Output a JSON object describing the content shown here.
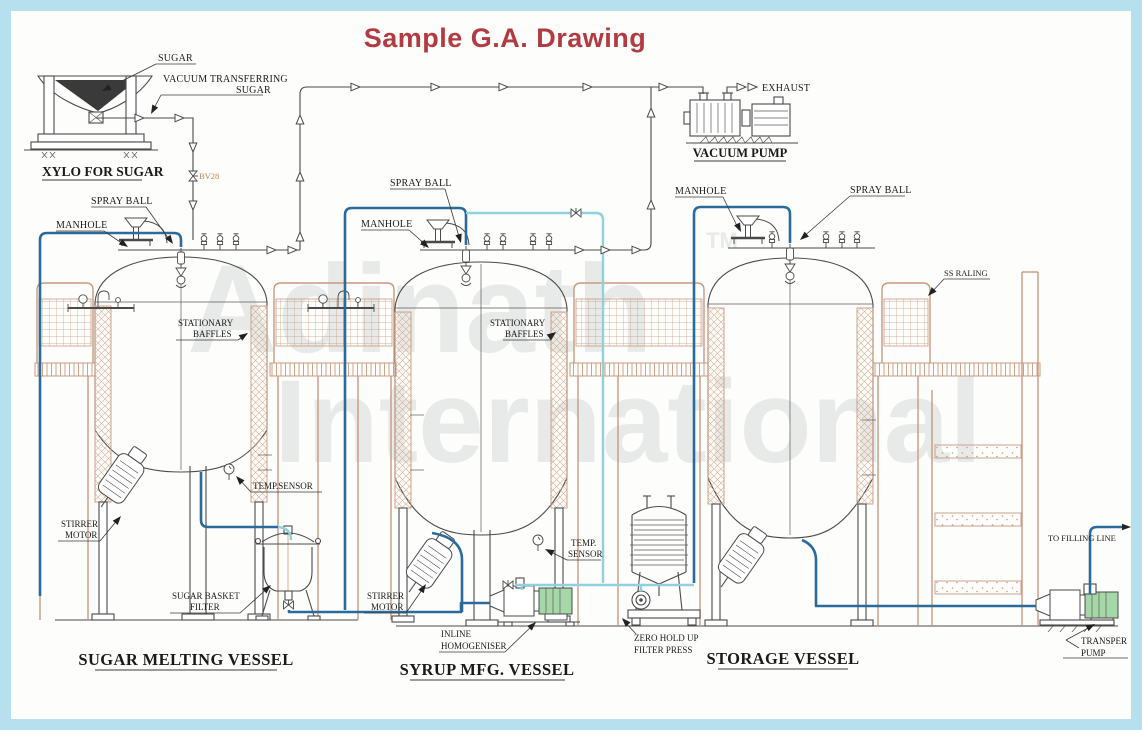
{
  "title": "Sample G.A. Drawing",
  "watermark": {
    "line1": "Adinath",
    "line2": "International",
    "tm": "TM"
  },
  "labels": {
    "sugar": "SUGAR",
    "vac_transfer_1": "VACUUM TRANSFERRING",
    "vac_transfer_2": "SUGAR",
    "xylo": "XYLO  FOR SUGAR",
    "bv28": "BV28",
    "vacuum_pump": "VACUUM PUMP",
    "exhaust": "EXHAUST",
    "manhole": "MANHOLE",
    "spray_ball": "SPRAY BALL",
    "stationary_baffles_1": "STATIONARY",
    "stationary_baffles_2": "BAFFLES",
    "temp_sensor": "TEMP.SENSOR",
    "temp_2a": "TEMP.",
    "temp_2b": "SENSOR",
    "stirrer_1": "STIRRER",
    "stirrer_2": "MOTOR",
    "basket_1": "SUGAR BASKET",
    "basket_2": "FILTER",
    "inline_1": "INLINE",
    "inline_2": "HOMOGENISER",
    "zero_1": "ZERO HOLD UP",
    "zero_2": "FILTER PRESS",
    "ss_raling": "SS RALING",
    "to_filling": "TO FILLING LINE",
    "transfer_1": "TRANSPER",
    "transfer_2": "PUMP"
  },
  "equipment_titles": {
    "vessel1": "SUGAR MELTING VESSEL",
    "vessel2": "SYRUP MFG. VESSEL",
    "vessel3": "STORAGE VESSEL"
  },
  "colors": {
    "border": "#b7e0ee",
    "title_red": "#b23b41",
    "linework": "#4a4a4a",
    "structure_tan": "#c79a80",
    "pipe_dark_blue": "#2b6b9b",
    "pipe_cyan": "#8fd2de",
    "motor_green": "#a6d7a8",
    "bv28_orange": "#c5854d",
    "watermark_gray": "#c5ccc8"
  }
}
